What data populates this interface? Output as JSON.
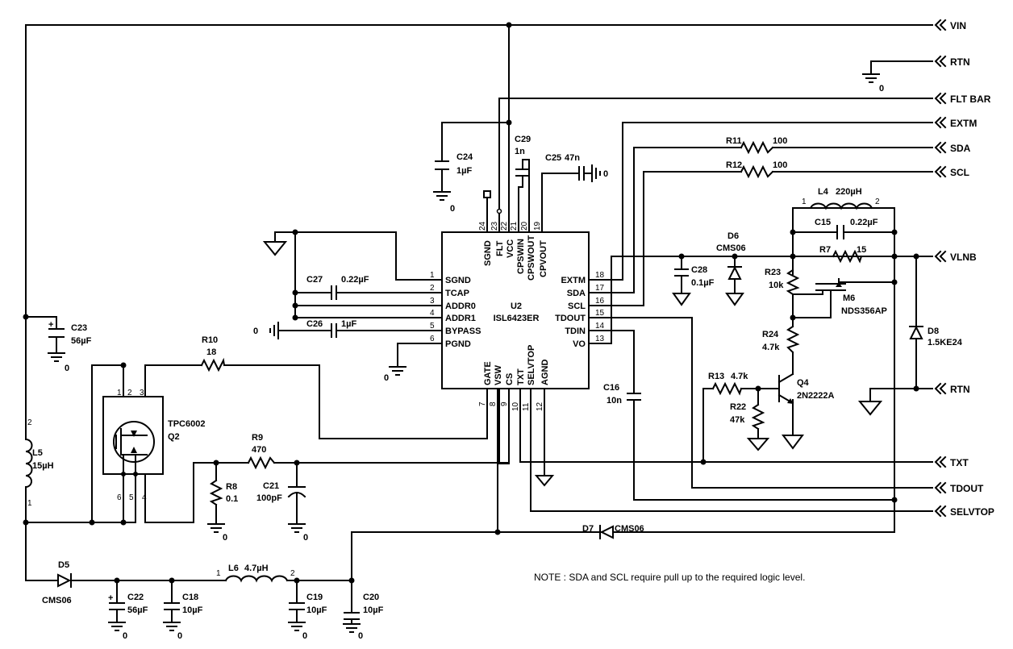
{
  "ports": {
    "vin": "VIN",
    "rtn_top": "RTN",
    "flt_bar": "FLT BAR",
    "extm": "EXTM",
    "sda": "SDA",
    "scl": "SCL",
    "vlnb": "VLNB",
    "rtn_mid": "RTN",
    "txt": "TXT",
    "tdout": "TDOUT",
    "selvtop": "SELVTOP"
  },
  "ic": {
    "ref": "U2",
    "part": "ISL6423ER",
    "left_pins": [
      {
        "num": "1",
        "name": "SGND"
      },
      {
        "num": "2",
        "name": "TCAP"
      },
      {
        "num": "3",
        "name": "ADDR0"
      },
      {
        "num": "4",
        "name": "ADDR1"
      },
      {
        "num": "5",
        "name": "BYPASS"
      },
      {
        "num": "6",
        "name": "PGND"
      }
    ],
    "right_pins": [
      {
        "num": "18",
        "name": "EXTM"
      },
      {
        "num": "17",
        "name": "SDA"
      },
      {
        "num": "16",
        "name": "SCL"
      },
      {
        "num": "15",
        "name": "TDOUT"
      },
      {
        "num": "14",
        "name": "TDIN"
      },
      {
        "num": "13",
        "name": "VO"
      }
    ],
    "top_pins": [
      {
        "num": "24",
        "name": "SGND"
      },
      {
        "num": "23",
        "name": "FLT"
      },
      {
        "num": "22",
        "name": "VCC"
      },
      {
        "num": "21",
        "name": "CPSWIN"
      },
      {
        "num": "20",
        "name": "CPSWOUT"
      },
      {
        "num": "19",
        "name": "CPVOUT"
      }
    ],
    "bottom_pins": [
      {
        "num": "7",
        "name": "GATE"
      },
      {
        "num": "8",
        "name": "VSW"
      },
      {
        "num": "9",
        "name": "CS"
      },
      {
        "num": "10",
        "name": "TXT"
      },
      {
        "num": "11",
        "name": "SELVTOP"
      },
      {
        "num": "12",
        "name": "AGND"
      }
    ]
  },
  "parts": {
    "c24": {
      "ref": "C24",
      "val": "1µF"
    },
    "c29": {
      "ref": "C29",
      "val": "1n"
    },
    "c25": {
      "ref": "C25",
      "val": "47n"
    },
    "c27": {
      "ref": "C27",
      "val": "0.22µF"
    },
    "c26": {
      "ref": "C26",
      "val": "1µF"
    },
    "c23": {
      "ref": "C23",
      "val": "56µF"
    },
    "r10": {
      "ref": "R10",
      "val": "18"
    },
    "q2": {
      "ref": "Q2",
      "val": "TPC6002"
    },
    "r9": {
      "ref": "R9",
      "val": "470"
    },
    "r8": {
      "ref": "R8",
      "val": "0.1"
    },
    "c21": {
      "ref": "C21",
      "val": "100pF"
    },
    "l5": {
      "ref": "L5",
      "val": "15µH",
      "pin2": "2",
      "pin1": "1"
    },
    "d5": {
      "ref": "D5",
      "val": "CMS06"
    },
    "c22": {
      "ref": "C22",
      "val": "56µF"
    },
    "c18": {
      "ref": "C18",
      "val": "10µF"
    },
    "l6": {
      "ref": "L6",
      "val": "4.7µH",
      "pin1": "1",
      "pin2": "2"
    },
    "c19": {
      "ref": "C19",
      "val": "10µF"
    },
    "c20": {
      "ref": "C20",
      "val": "10µF"
    },
    "d7": {
      "ref": "D7",
      "val": "CMS06"
    },
    "r11": {
      "ref": "R11",
      "val": "100"
    },
    "r12": {
      "ref": "R12",
      "val": "100"
    },
    "l4": {
      "ref": "L4",
      "val": "220µH",
      "pin1": "1",
      "pin2": "2"
    },
    "c15": {
      "ref": "C15",
      "val": "0.22µF"
    },
    "r7": {
      "ref": "R7",
      "val": "15"
    },
    "d6": {
      "ref": "D6",
      "val": "CMS06"
    },
    "c28": {
      "ref": "C28",
      "val": "0.1µF"
    },
    "r23": {
      "ref": "R23",
      "val": "10k"
    },
    "m6": {
      "ref": "M6",
      "val": "NDS356AP"
    },
    "r24": {
      "ref": "R24",
      "val": "4.7k"
    },
    "d8": {
      "ref": "D8",
      "val": "1.5KE24"
    },
    "c16": {
      "ref": "C16",
      "val": "10n"
    },
    "r13": {
      "ref": "R13",
      "val": "4.7k"
    },
    "r22": {
      "ref": "R22",
      "val": "47k"
    },
    "q4": {
      "ref": "Q4",
      "val": "2N2222A"
    }
  },
  "q2_pins": {
    "p1": "1",
    "p2": "2",
    "p3": "3",
    "p4": "4",
    "p5": "5",
    "p6": "6"
  },
  "ground_label": "0",
  "plus": "+",
  "note": "NOTE : SDA and SCL require pull up to the required logic level."
}
